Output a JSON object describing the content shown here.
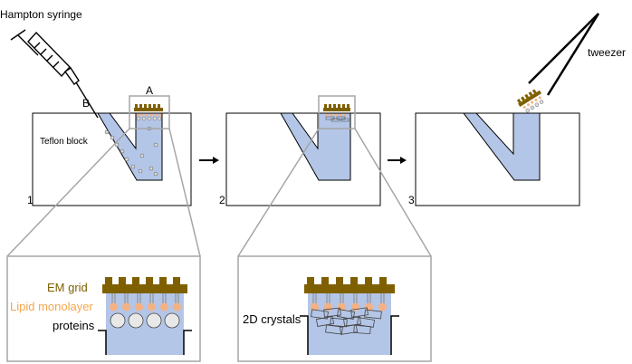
{
  "labels": {
    "syringe": "Hampton syringe",
    "tweezer": "tweezer",
    "teflon": "Teflon block",
    "marker_a": "A",
    "marker_b": "B",
    "step1": "1",
    "step2": "2",
    "step3": "3",
    "em_grid": "EM grid",
    "lipid": "Lipid monolayer",
    "proteins": "proteins",
    "crystals": "2D crystals"
  },
  "colors": {
    "buffer": "#b4c6e7",
    "grid": "#7f6000",
    "lipid": "#f4b183",
    "lipid_text": "#f4a64c",
    "outline": "#000000",
    "zoom_lines": "#a6a6a6"
  }
}
